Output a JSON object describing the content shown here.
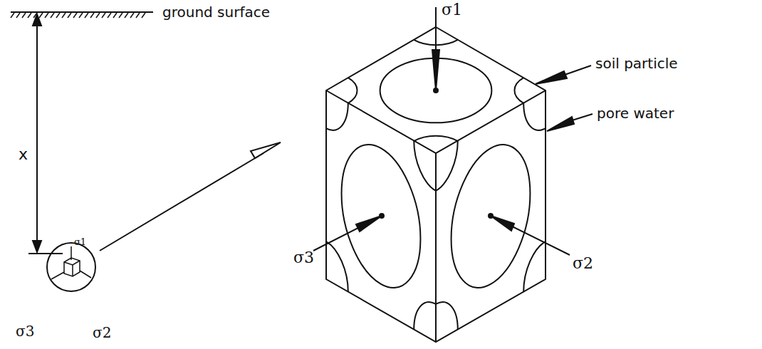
{
  "diagram": {
    "labels": [
      "ground surface",
      "x",
      "σ1",
      "σ3",
      "σ2",
      "σ1",
      "σ3",
      "σ2",
      "soil particle",
      "pore water"
    ]
  }
}
